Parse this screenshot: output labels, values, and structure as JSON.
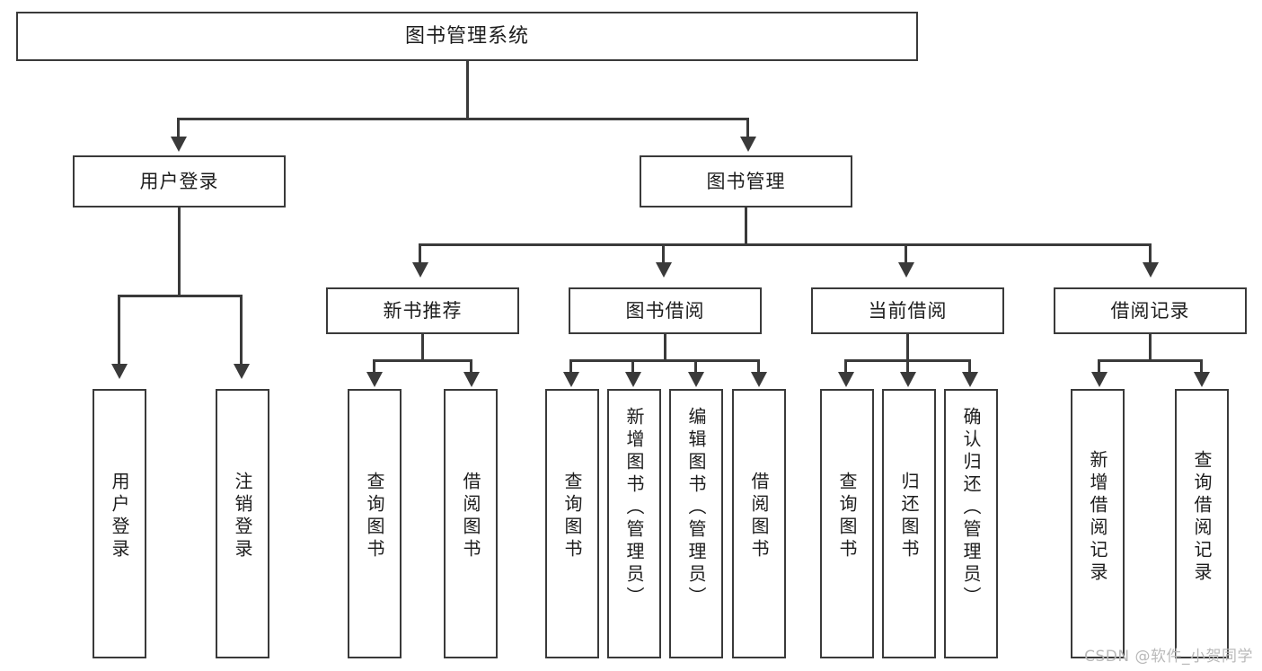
{
  "diagram": {
    "title": "图书管理系统",
    "root": {
      "label": "图书管理系统"
    },
    "level2": [
      {
        "label": "用户登录"
      },
      {
        "label": "图书管理"
      }
    ],
    "level3": [
      {
        "label": "新书推荐"
      },
      {
        "label": "图书借阅"
      },
      {
        "label": "当前借阅"
      },
      {
        "label": "借阅记录"
      }
    ],
    "leaves": {
      "user_login": [
        {
          "label": "用户登录"
        },
        {
          "label": "注销登录"
        }
      ],
      "new_book_recommend": [
        {
          "label": "查询图书"
        },
        {
          "label": "借阅图书"
        }
      ],
      "book_borrow": [
        {
          "label": "查询图书"
        },
        {
          "label": "新增图书（管理员）"
        },
        {
          "label": "编辑图书（管理员）"
        },
        {
          "label": "借阅图书"
        }
      ],
      "current_borrow": [
        {
          "label": "查询图书"
        },
        {
          "label": "归还图书"
        },
        {
          "label": "确认归还（管理员）"
        }
      ],
      "borrow_record": [
        {
          "label": "新增借阅记录"
        },
        {
          "label": "查询借阅记录"
        }
      ]
    }
  },
  "watermark": {
    "text": "CSDN @软件_小贺同学"
  },
  "colors": {
    "stroke": "#3a3a3a",
    "text": "#1d1d1d",
    "background": "#ffffff",
    "watermark": "#b9b9b9"
  }
}
